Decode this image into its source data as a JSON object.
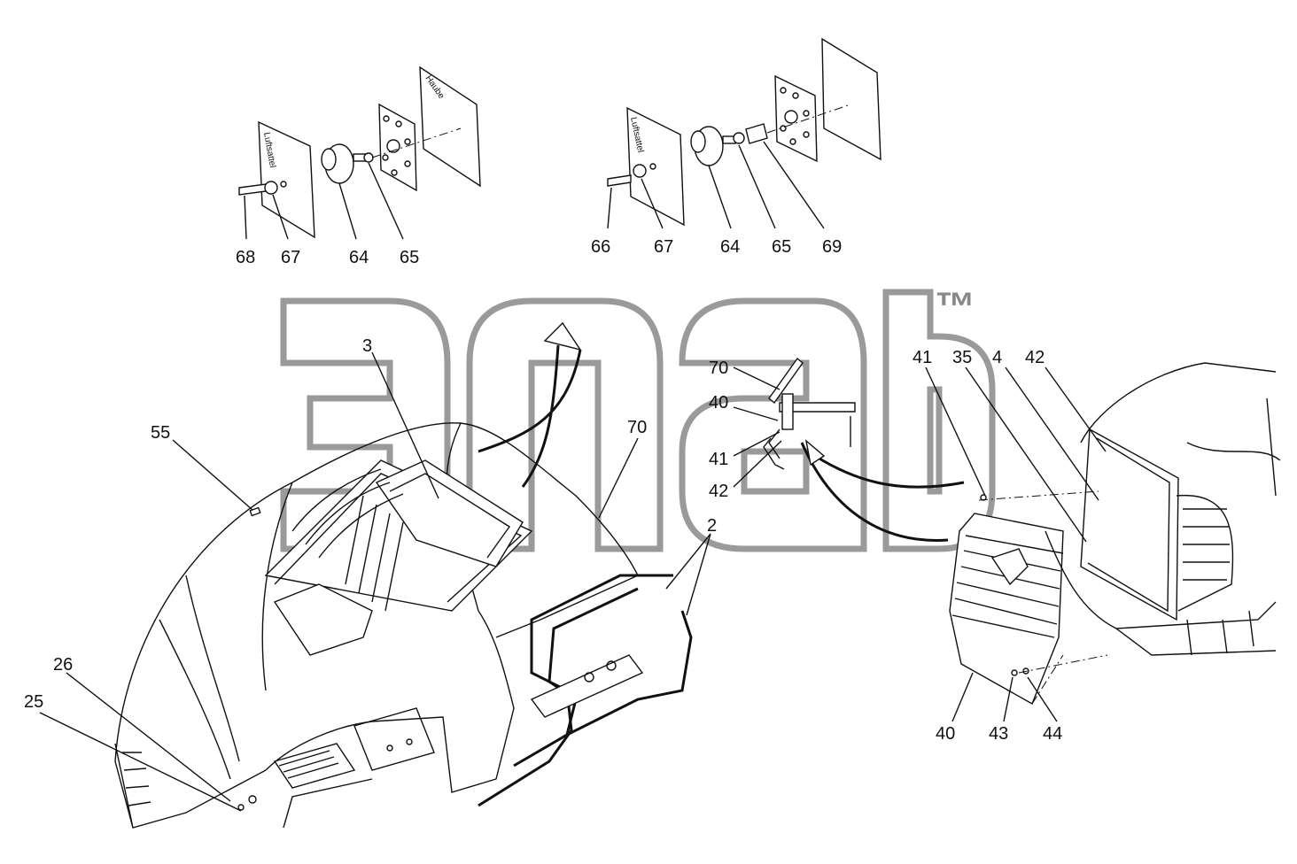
{
  "watermark": {
    "mark": "™"
  },
  "corner_mark": "",
  "top_left_assembly": {
    "bracket_label": "Luftsattel",
    "hood_label": "Haube",
    "callouts": [
      "68",
      "67",
      "64",
      "65"
    ]
  },
  "top_right_assembly": {
    "bracket_label": "Luftsattel",
    "callouts": [
      "66",
      "67",
      "64",
      "65",
      "69"
    ]
  },
  "hood_callouts": [
    "55",
    "3",
    "70",
    "2",
    "26",
    "25"
  ],
  "section_callouts": [
    "70",
    "40",
    "41",
    "42"
  ],
  "grille_callouts": [
    "41",
    "35",
    "4",
    "42",
    "40",
    "43",
    "44"
  ]
}
